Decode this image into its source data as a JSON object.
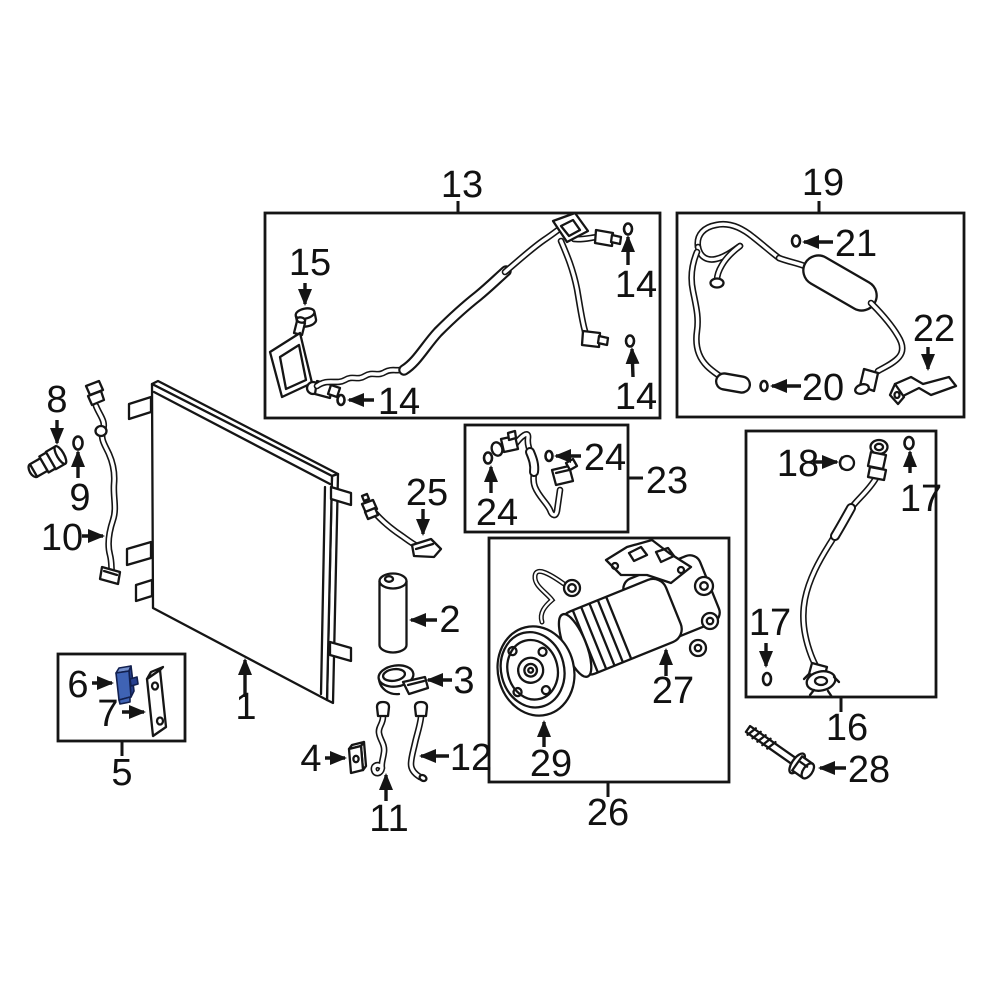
{
  "figure": {
    "background": "#ffffff",
    "line_color": "#151515",
    "highlight_color": "#3f63b5",
    "highlighted_callout": "6"
  },
  "callouts": {
    "1": "1",
    "2": "2",
    "3": "3",
    "4": "4",
    "5": "5",
    "6": "6",
    "7": "7",
    "8": "8",
    "9": "9",
    "10": "10",
    "11": "11",
    "12": "12",
    "13": "13",
    "14": "14",
    "15": "15",
    "16": "16",
    "17": "17",
    "18": "18",
    "19": "19",
    "20": "20",
    "21": "21",
    "22": "22",
    "23": "23",
    "24": "24",
    "25": "25",
    "26": "26",
    "27": "27",
    "28": "28",
    "29": "29"
  }
}
